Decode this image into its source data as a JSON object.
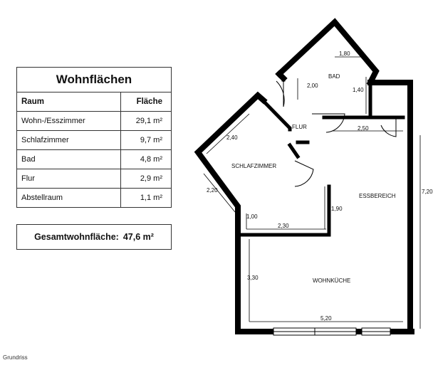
{
  "table": {
    "title": "Wohnflächen",
    "col_room": "Raum",
    "col_area": "Fläche",
    "rows": [
      {
        "room": "Wohn-/Esszimmer",
        "area": "29,1 m²"
      },
      {
        "room": "Schlafzimmer",
        "area": "9,7 m²"
      },
      {
        "room": "Bad",
        "area": "4,8 m²"
      },
      {
        "room": "Flur",
        "area": "2,9 m²"
      },
      {
        "room": "Abstellraum",
        "area": "1,1 m²"
      }
    ]
  },
  "total": {
    "label": "Gesamtwohnfläche:",
    "value": "47,6 m²"
  },
  "caption": "Grundriss",
  "rooms": {
    "bad": "BAD",
    "flur": "FLUR",
    "schlafzimmer": "SCHLAFZIMMER",
    "essbereich": "ESSBEREICH",
    "wohnkueche": "WOHNKÜCHE"
  },
  "dimensions": {
    "bad_top": "1,80",
    "bad_left": "2,00",
    "bad_right": "1,40",
    "flur_width": "2,50",
    "schlaf_top": "2,40",
    "schlaf_left": "2,20",
    "schlaf_lower": "1,00",
    "schlaf_bottom": "2,30",
    "schlaf_right": "1,90",
    "total_height": "7,20",
    "kitchen_left": "3,30",
    "kitchen_width": "5,20"
  }
}
